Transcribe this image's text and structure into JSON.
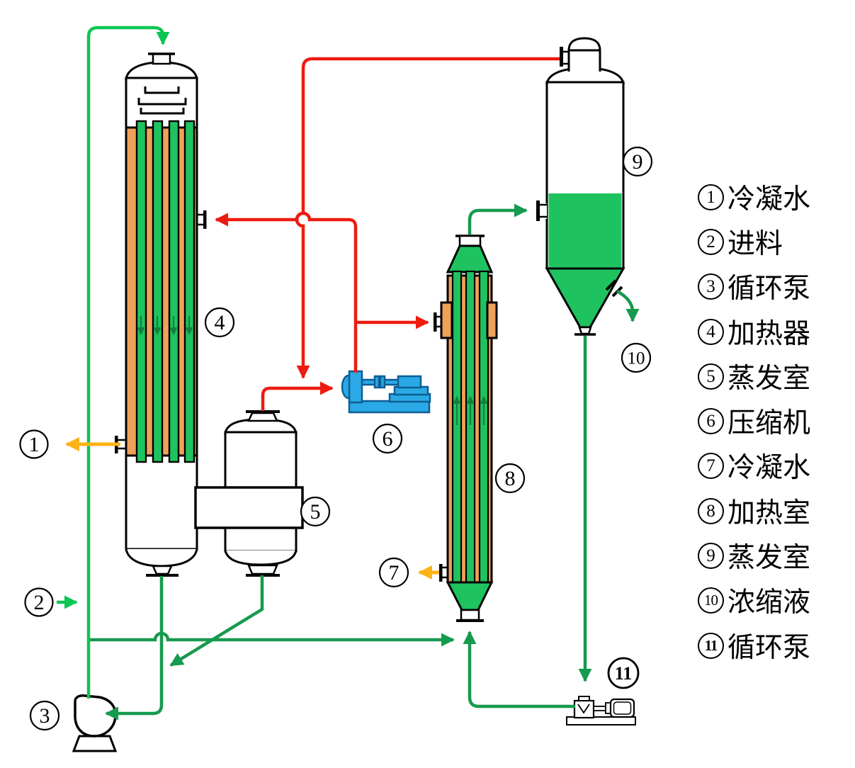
{
  "legend": {
    "items": [
      {
        "num": "1",
        "label": "冷凝水"
      },
      {
        "num": "2",
        "label": "进料"
      },
      {
        "num": "3",
        "label": "循环泵"
      },
      {
        "num": "4",
        "label": "加热器"
      },
      {
        "num": "5",
        "label": "蒸发室"
      },
      {
        "num": "6",
        "label": "压缩机"
      },
      {
        "num": "7",
        "label": "冷凝水"
      },
      {
        "num": "8",
        "label": "加热室"
      },
      {
        "num": "9",
        "label": "蒸发室"
      },
      {
        "num": "10",
        "label": "浓缩液"
      },
      {
        "num": "11",
        "label": "循环泵"
      }
    ]
  },
  "callouts": [
    "1",
    "2",
    "3",
    "4",
    "5",
    "6",
    "7",
    "8",
    "9",
    "10",
    "11"
  ],
  "colors": {
    "line_red_vapor": "#ee1b10",
    "line_green_dark": "#169a4e",
    "line_green_light": "#0cc553",
    "arrow_yellow_condensate": "#fcb315",
    "tube_shell_orange": "#f0a159",
    "liquid_green": "#1ec35f",
    "tube_arrow_green": "#12813f",
    "compressor_blue": "#2aa9e6",
    "compressor_outline": "#0e5e93",
    "outline_black": "#000000"
  }
}
